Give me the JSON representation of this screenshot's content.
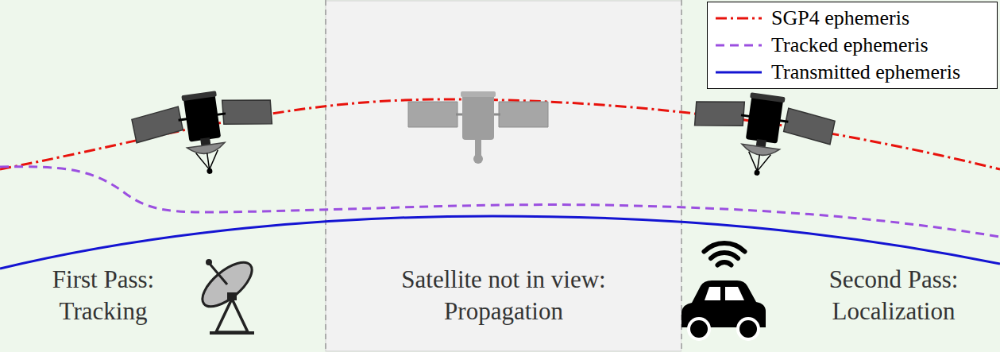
{
  "diagram": {
    "nodes": [
      {
        "text": [
          "First Pass: Tracking"
        ]
      },
      {
        "text": [
          "Satellite not in view: Propagation"
        ]
      },
      {
        "text": [
          "Second Pass: Localization"
        ]
      }
    ],
    "legend": [
      {
        "text": "SGP4 ephemeris"
      },
      {
        "text": "Tracked ephemeris"
      },
      {
        "text": "Transmitted ephemeris"
      }
    ]
  }
}
